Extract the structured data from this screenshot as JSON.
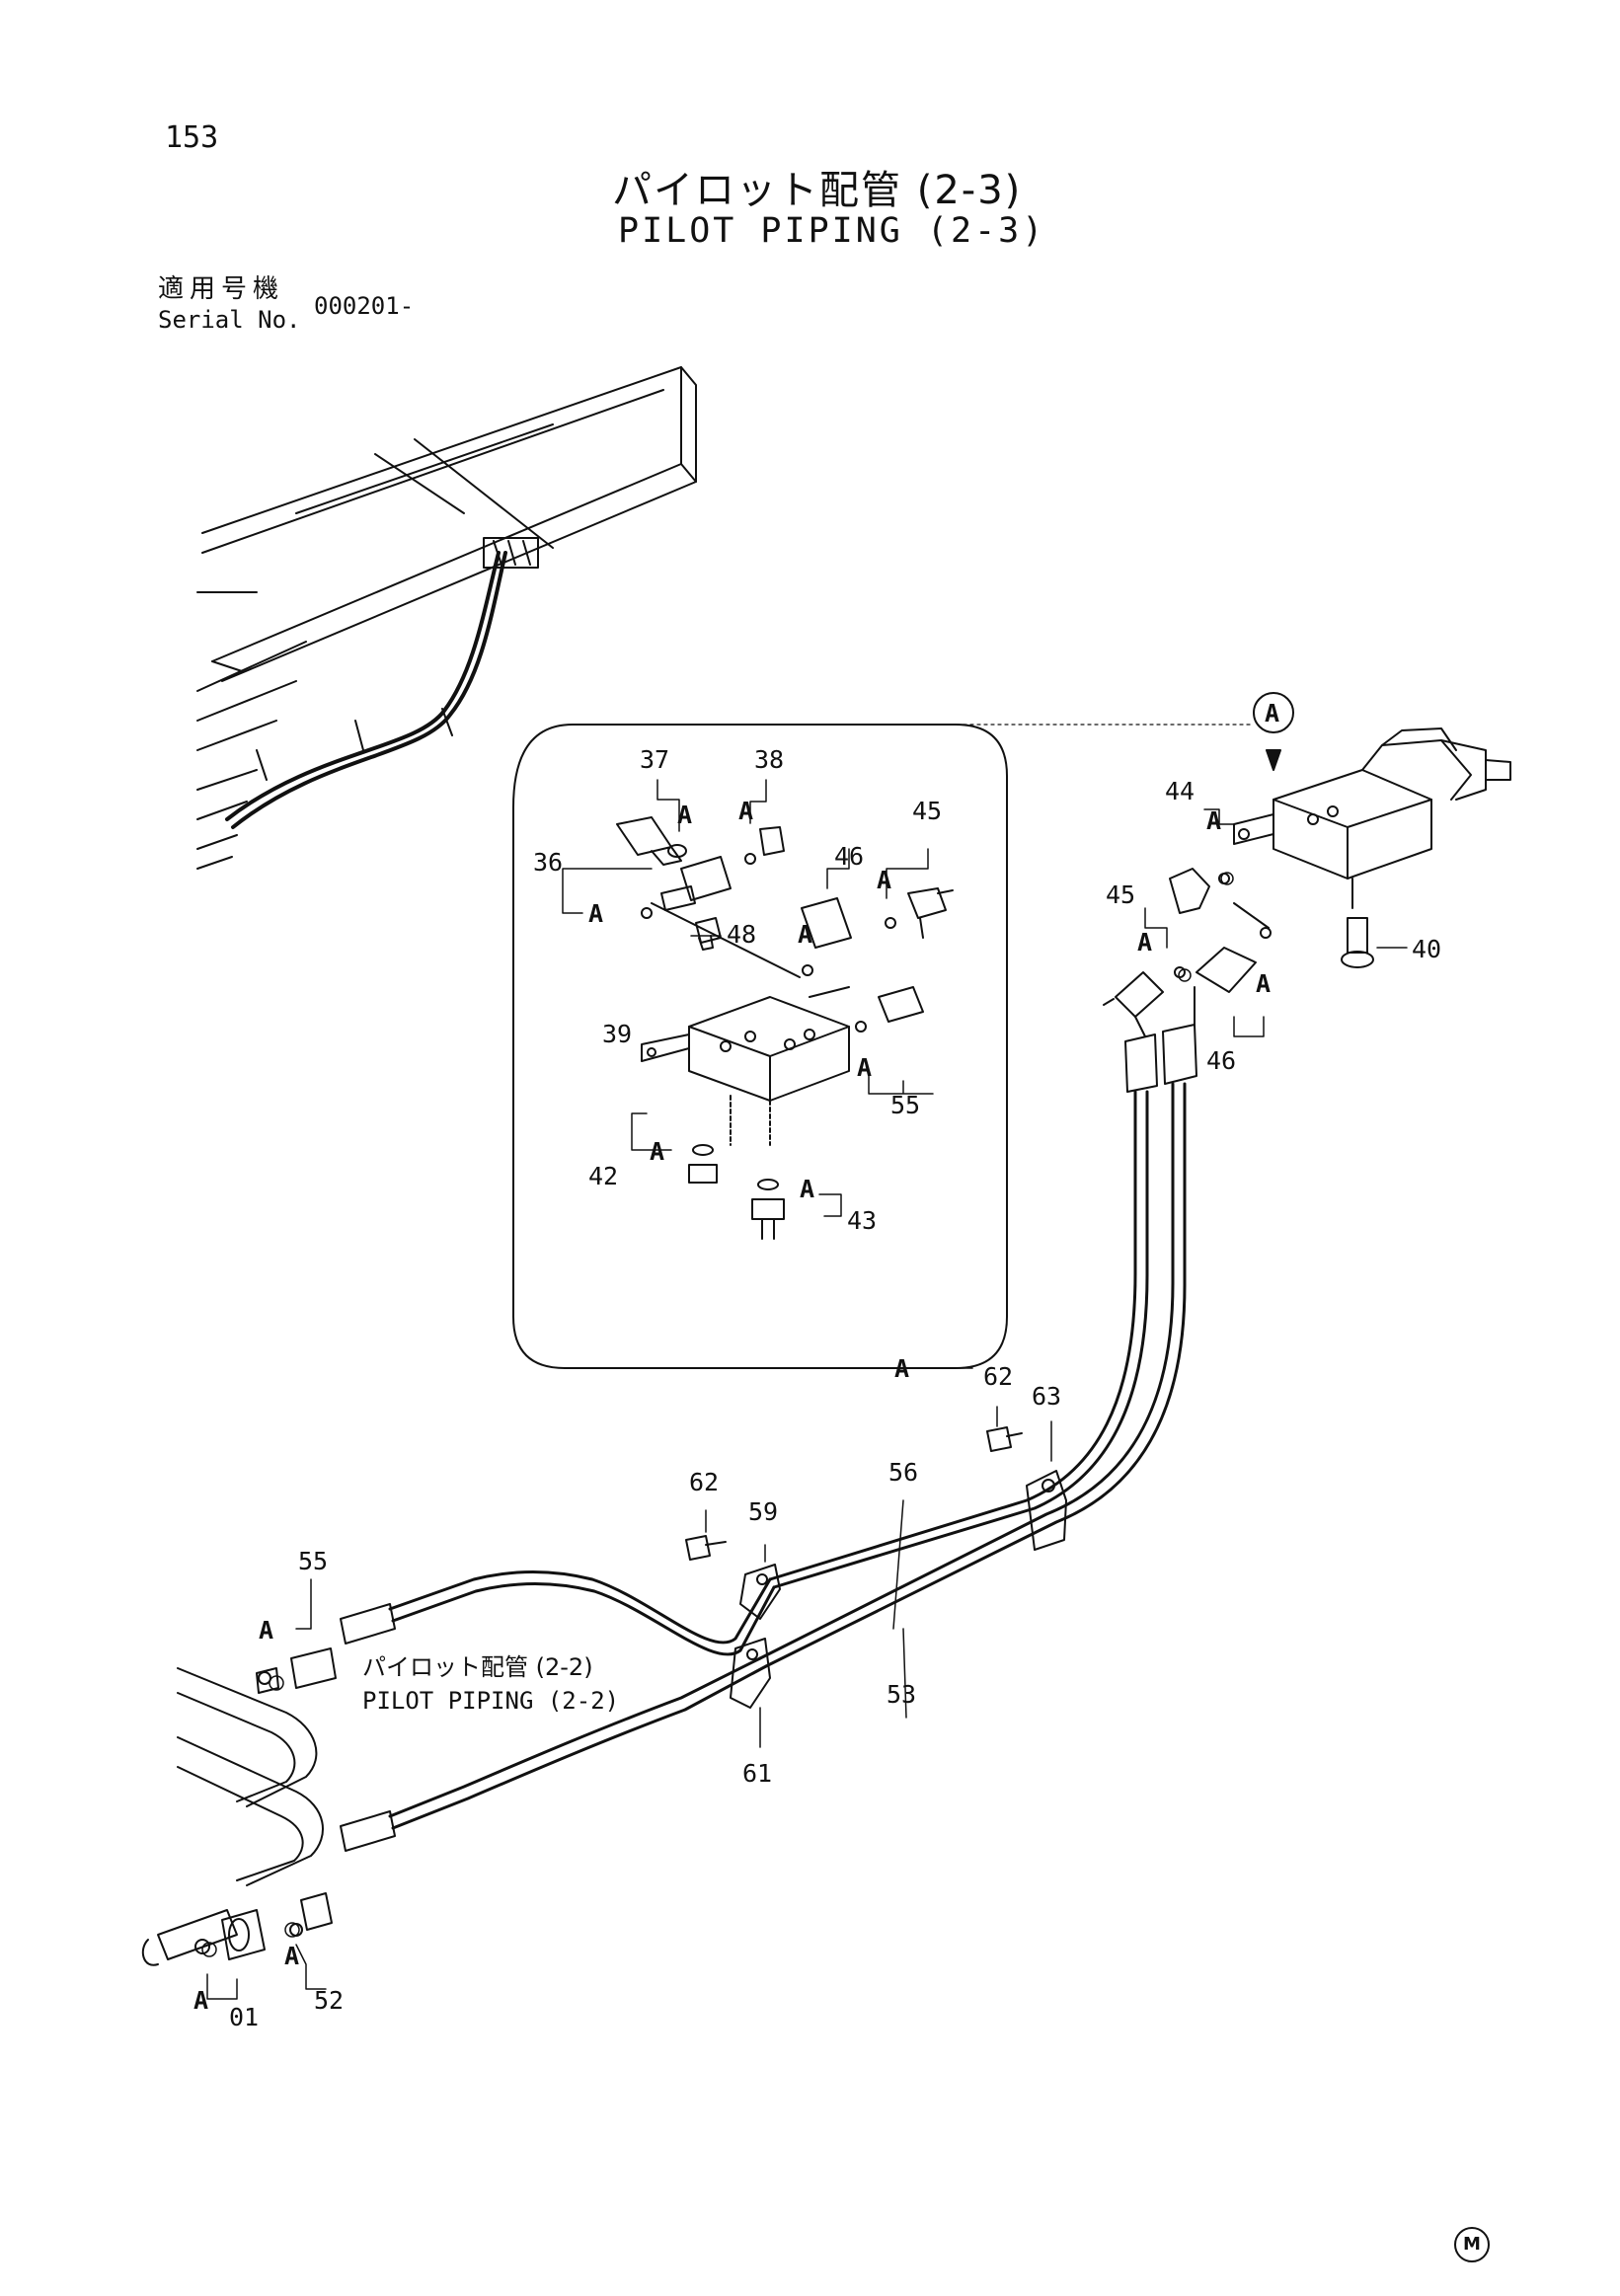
{
  "header": {
    "page_number": "153",
    "title_jp": "パイロット配管 (2-3)",
    "title_en": "PILOT PIPING (2-3)",
    "serial_label_jp": "適用号機",
    "serial_label_en": "Serial No.",
    "serial_value": "000201-"
  },
  "callouts": {
    "c37": "37",
    "c38": "38",
    "c36": "36",
    "c48": "48",
    "c46a": "46",
    "c45a": "45",
    "c39": "39",
    "c55a": "55",
    "c42": "42",
    "c43": "43",
    "c44": "44",
    "c45b": "45",
    "c40": "40",
    "c46b": "46",
    "c62a": "62",
    "c63": "63",
    "c62b": "62",
    "c59": "59",
    "c56": "56",
    "c53": "53",
    "c61": "61",
    "c55b": "55",
    "c52": "52",
    "c01": "01"
  },
  "markers": {
    "a": "A",
    "detail_bubble": "A"
  },
  "cross_ref": {
    "jp": "パイロット配管 (2-2)",
    "en": "PILOT PIPING (2-2)"
  },
  "footer": {
    "brand_mark": "M"
  }
}
